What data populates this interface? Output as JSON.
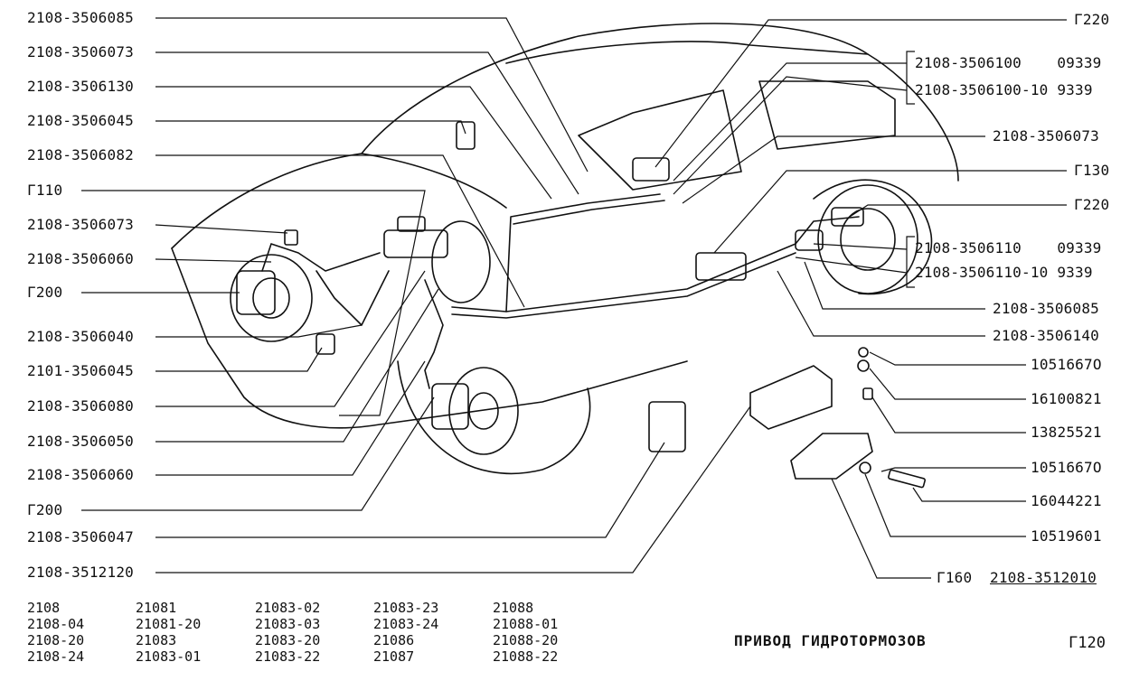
{
  "title": "ПРИВОД ГИДРОТОРМОЗОВ",
  "page_code": "Г120",
  "left_labels": [
    "2108-3506085",
    "2108-3506073",
    "2108-3506130",
    "2108-3506045",
    "2108-3506082",
    "Г110",
    "2108-3506073",
    "2108-3506060",
    "Г200",
    "2108-3506040",
    "2101-3506045",
    "2108-3506080",
    "2108-3506050",
    "2108-3506060",
    "Г200",
    "2108-3506047",
    "2108-3512120"
  ],
  "right_labels": {
    "g220_top": "Г220",
    "pair1_a": "2108-3506100    09339",
    "pair1_b": "2108-3506100-10 9339",
    "r_3506073": "2108-3506073",
    "g130": "Г130",
    "g220_mid": "Г220",
    "pair2_a": "2108-3506110    09339",
    "pair2_b": "2108-3506110-10 9339",
    "r_3506085": "2108-3506085",
    "r_3506140": "2108-3506140",
    "p1": "1051667O",
    "p2": "16100821",
    "p3": "13825521",
    "p4": "1051667O",
    "p5": "16044221",
    "p6": "10519601",
    "g160": "Г160",
    "assembly": "2108-3512010"
  },
  "models": {
    "col1": [
      "2108",
      "2108-04",
      "2108-20",
      "2108-24"
    ],
    "col2": [
      "21081",
      "21081-20",
      "21083",
      "21083-01"
    ],
    "col3": [
      "21083-02",
      "21083-03",
      "21083-20",
      "21083-22"
    ],
    "col4": [
      "21083-23",
      "21083-24",
      "21086",
      "21087"
    ],
    "col5": [
      "21088",
      "21088-01",
      "21088-20",
      "21088-22"
    ]
  }
}
